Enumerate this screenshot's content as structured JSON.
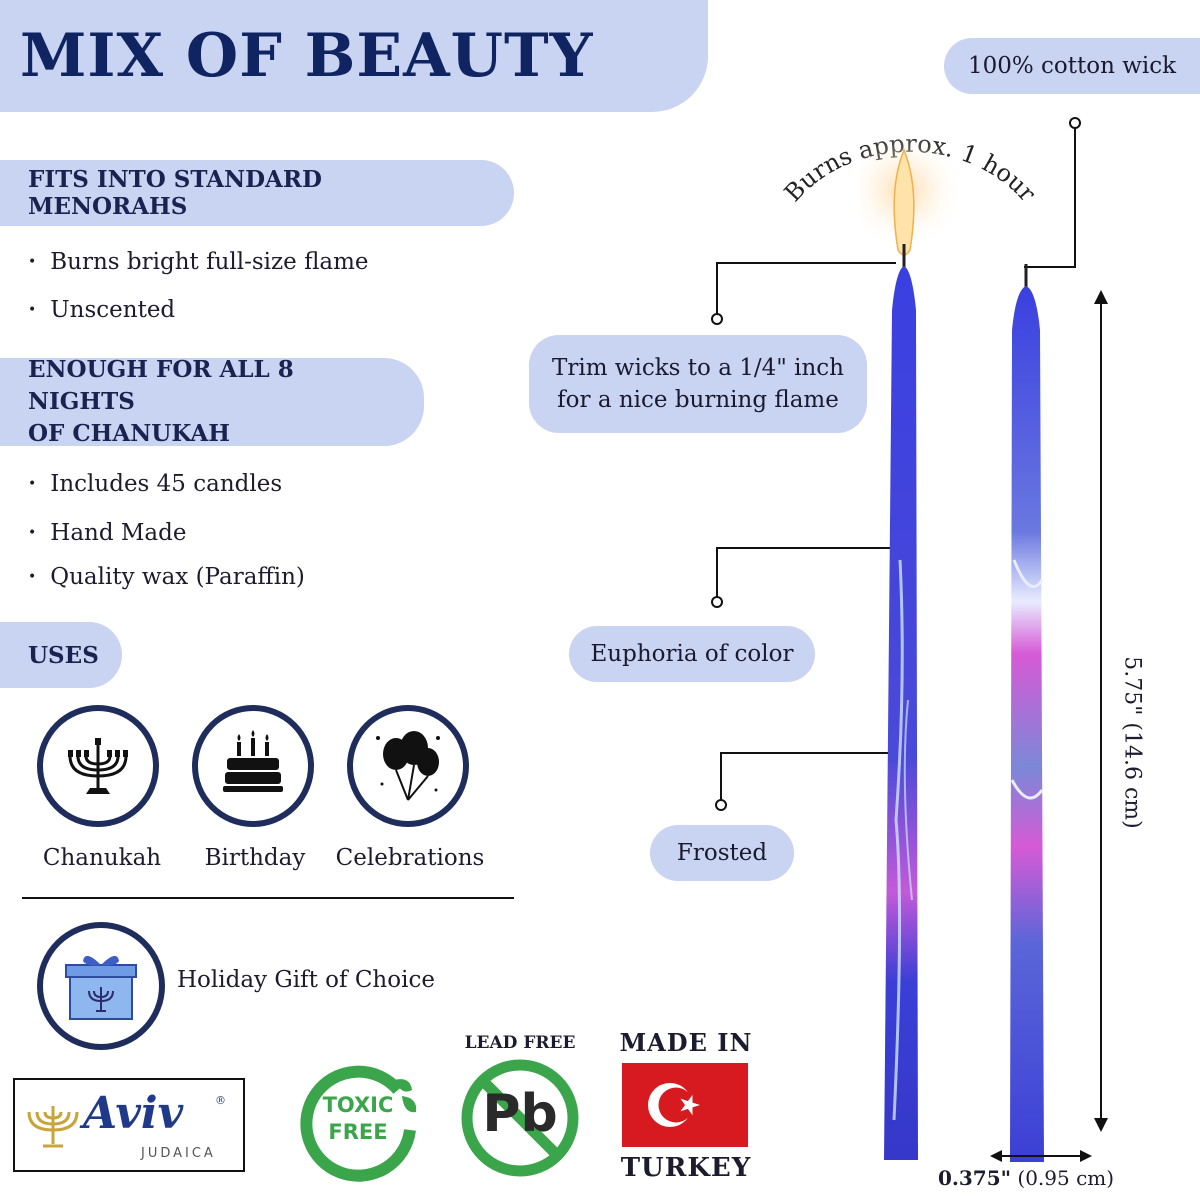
{
  "title": "MIX OF BEAUTY",
  "sections": {
    "fits": {
      "heading": "FITS INTO STANDARD MENORAHS",
      "bullets": [
        "Burns bright full-size flame",
        "Unscented"
      ]
    },
    "nights": {
      "heading_line1": "ENOUGH FOR ALL 8 NIGHTS",
      "heading_line2": "OF CHANUKAH",
      "bullets": [
        "Includes 45 candles",
        "Hand Made",
        "Quality wax (Paraffin)"
      ]
    },
    "uses": {
      "heading": "USES",
      "items": [
        {
          "label": "Chanukah",
          "icon": "menorah-icon"
        },
        {
          "label": "Birthday",
          "icon": "birthday-cake-icon"
        },
        {
          "label": "Celebrations",
          "icon": "balloons-icon"
        }
      ]
    }
  },
  "gift": {
    "label": "Holiday Gift of Choice",
    "icon": "gift-box-icon"
  },
  "brand": {
    "name": "Aviv",
    "sub": "JUDAICA",
    "reg": "®"
  },
  "badges": {
    "toxic_free_line1": "TOXIC",
    "toxic_free_line2": "FREE",
    "lead_free_label": "LEAD FREE",
    "lead_symbol": "Pb",
    "made_in_top": "MADE IN",
    "made_in_bottom": "TURKEY"
  },
  "callouts": {
    "wick": "100% cotton wick",
    "burns": "Burns approx. 1 hour",
    "trim_line1": "Trim wicks to a 1/4\" inch",
    "trim_line2": "for a nice burning flame",
    "euphoria": "Euphoria of color",
    "frosted": "Frosted"
  },
  "dimensions": {
    "height": "5.75\" (14.6 cm)",
    "width_bold": "0.375\"",
    "width_rest": " (0.95 cm)"
  },
  "colors": {
    "banner": "#c9d3f2",
    "title": "#0f2460",
    "candle_blue": "#3b3fd6",
    "candle_pink": "#d65ad6",
    "green_badge": "#3aa54a",
    "turkey_red": "#d71920"
  }
}
